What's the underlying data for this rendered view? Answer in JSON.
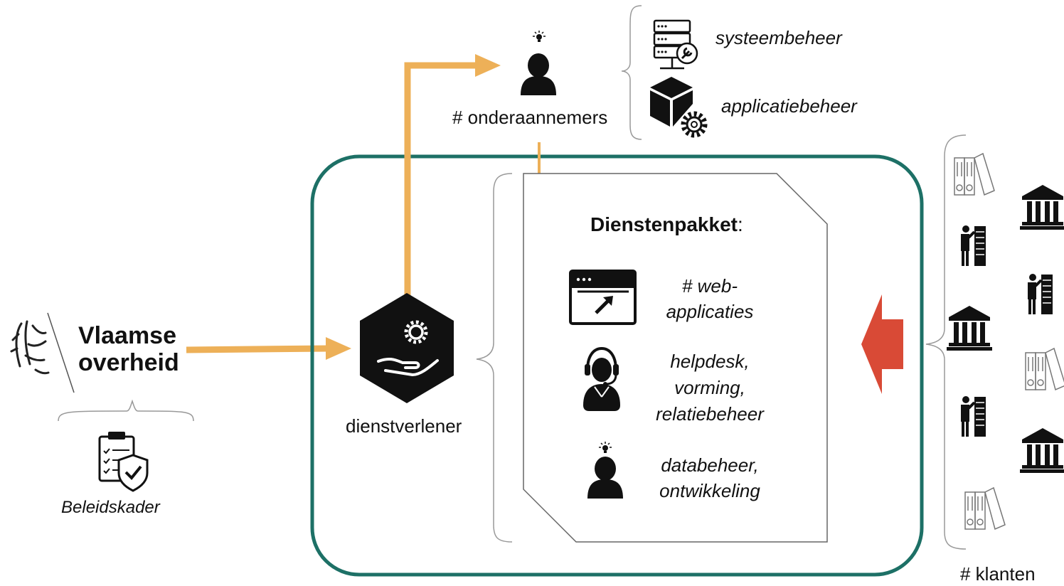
{
  "government": {
    "line1": "Vlaamse",
    "line2": "overheid",
    "policy_label": "Beleidskader"
  },
  "provider": {
    "label": "dienstverlener"
  },
  "subcontractors": {
    "label": "# onderaannemers",
    "roles": [
      "systeembeheer",
      "applicatiebeheer"
    ]
  },
  "package": {
    "title": "Dienstenpakket",
    "title_suffix": ":",
    "services": [
      {
        "line1": "# web-",
        "line2": "applicaties",
        "icon": "browser-window-icon"
      },
      {
        "line1": "helpdesk,",
        "line2": "vorming,",
        "line3": "relatiebeheer",
        "icon": "headset-user-icon"
      },
      {
        "line1": "databeheer,",
        "line2": "ontwikkeling",
        "icon": "idea-person-icon"
      }
    ]
  },
  "clients": {
    "label": "# klanten"
  },
  "colors": {
    "arrow": "#EDB058",
    "frame": "#1D7066",
    "demand_arrow": "#D94A36",
    "brace": "#999999"
  }
}
